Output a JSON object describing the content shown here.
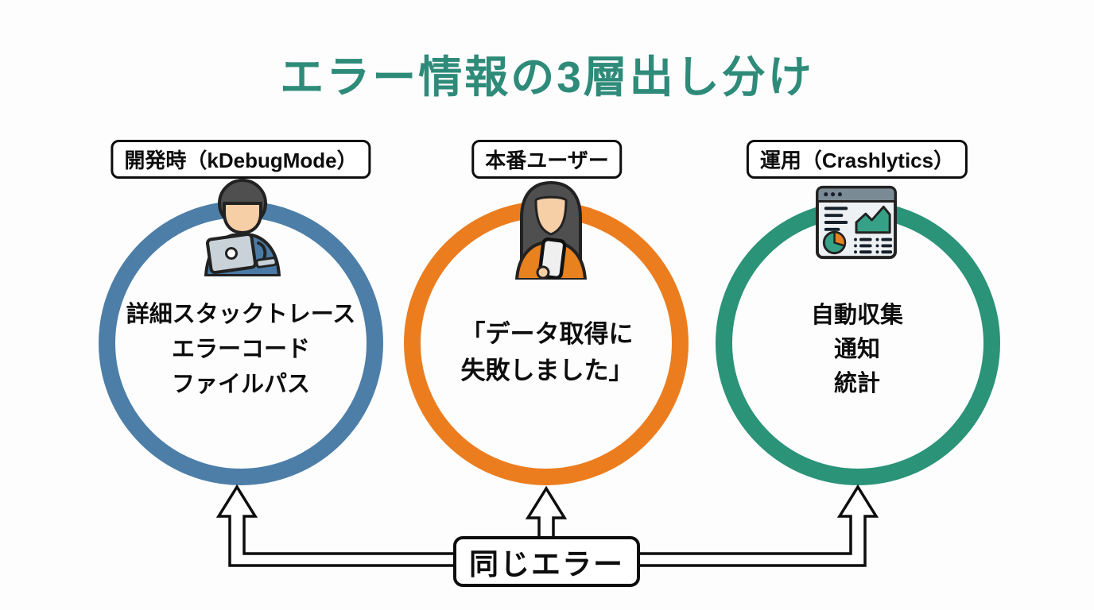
{
  "title": "エラー情報の3層出し分け",
  "colors": {
    "title_text": "#2e8b79",
    "dev_ring": "#4c7ea8",
    "user_ring": "#ec7d1f",
    "ops_ring": "#2a9378",
    "outline": "#0d0d0d",
    "background": "#fdfdfd"
  },
  "layers": [
    {
      "label": "開発時（kDebugMode）",
      "icon": "developer-laptop-icon",
      "lines": [
        "詳細スタックトレース",
        "エラーコード",
        "ファイルパス"
      ]
    },
    {
      "label": "本番ユーザー",
      "icon": "user-smartphone-icon",
      "lines": [
        "「データ取得に",
        "失敗しました」"
      ]
    },
    {
      "label": "運用（Crashlytics）",
      "icon": "analytics-dashboard-icon",
      "lines": [
        "自動収集",
        "通知",
        "統計"
      ]
    }
  ],
  "shared_error_label": "同じエラー"
}
